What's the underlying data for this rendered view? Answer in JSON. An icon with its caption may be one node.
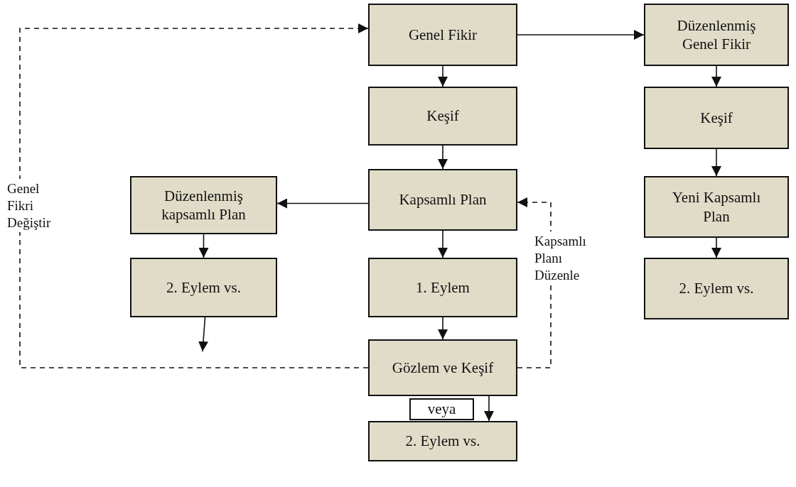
{
  "diagram": {
    "nodes": [
      {
        "text": [
          "Genel Fikir"
        ]
      },
      {
        "text": [
          "Düzenlenmiş Genel Fikir"
        ]
      },
      {
        "text": [
          "Keşif"
        ]
      },
      {
        "text": [
          "Keşif"
        ]
      },
      {
        "text": [
          "Düzenlenmiş kapsamlı Plan"
        ]
      },
      {
        "text": [
          "Kapsamlı Plan"
        ]
      },
      {
        "text": [
          "Yeni Kapsamlı Plan"
        ]
      },
      {
        "text": [
          "2. Eylem vs."
        ]
      },
      {
        "text": [
          "1. Eylem"
        ]
      },
      {
        "text": [
          "2. Eylem vs."
        ]
      },
      {
        "text": [
          "Gözlem ve Keşif"
        ]
      },
      {
        "text": [
          "veya"
        ]
      },
      {
        "text": [
          "2. Eylem vs."
        ]
      }
    ],
    "edges": [
      {
        "from": 0,
        "to": 1,
        "arrow": "to"
      },
      {
        "from": 0,
        "to": 2,
        "arrow": "to"
      },
      {
        "from": 2,
        "to": 5,
        "arrow": "to"
      },
      {
        "from": 5,
        "to": 4,
        "arrow": "to"
      },
      {
        "from": 4,
        "to": 7,
        "arrow": "to"
      },
      {
        "from": 7,
        "to": null,
        "arrow": "to"
      },
      {
        "from": 5,
        "to": 8,
        "arrow": "to"
      },
      {
        "from": 8,
        "to": 10,
        "arrow": "to"
      },
      {
        "from": 10,
        "to": 12,
        "arrow": "to"
      },
      {
        "from": 1,
        "to": 3,
        "arrow": "to"
      },
      {
        "from": 3,
        "to": 6,
        "arrow": "to"
      },
      {
        "from": 6,
        "to": 9,
        "arrow": "to"
      },
      {
        "from": 10,
        "to": 0,
        "arrow": "to",
        "style": "dashed",
        "label": "Genel Fikri Değiştir"
      },
      {
        "from": 10,
        "to": 5,
        "arrow": "to",
        "style": "dashed",
        "label": "Kapsamlı Planı Düzenle"
      }
    ]
  }
}
